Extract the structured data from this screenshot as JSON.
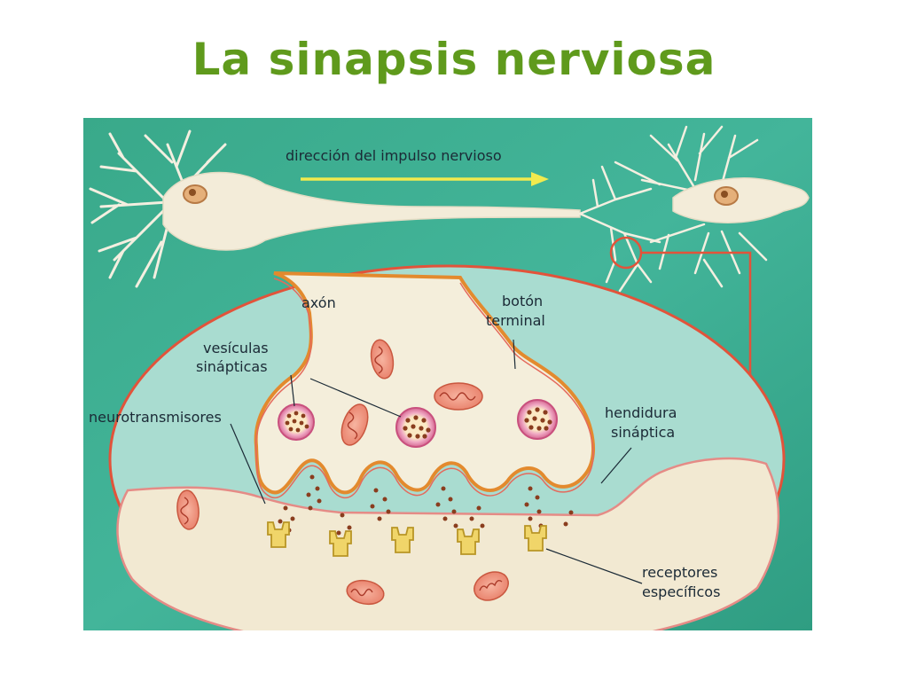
{
  "title": "La sinapsis nerviosa",
  "labels": {
    "impulse_direction": "dirección del impulso nervioso",
    "axon": "axón",
    "terminal_button": [
      "botón",
      "terminal"
    ],
    "synaptic_vesicles": [
      "vesículas",
      "sinápticas"
    ],
    "neurotransmitters": "neurotransmisores",
    "synaptic_cleft": [
      "hendidura",
      "sináptica"
    ],
    "specific_receptors": [
      "receptores",
      "específicos"
    ]
  },
  "colors": {
    "title": "#5f9a1c",
    "background": "#3aaa8e",
    "zoom_outline": "#e2533a",
    "neuron_body": "#f3ecd9",
    "vesicle": "#e889ab",
    "receptor": "#f0d569",
    "arrow": "#f1ea4e"
  }
}
